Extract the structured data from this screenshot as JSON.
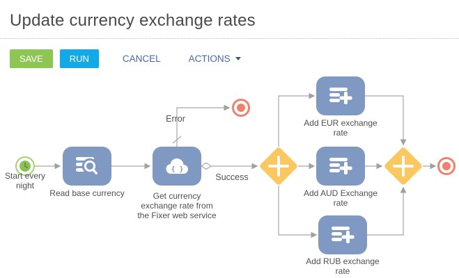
{
  "header": {
    "title": "Update currency exchange rates"
  },
  "toolbar": {
    "save": "SAVE",
    "run": "RUN",
    "cancel": "CANCEL",
    "actions": "ACTIONS"
  },
  "diagram": {
    "start_event": {
      "label": "Start every night",
      "icon": "clock-icon"
    },
    "tasks": {
      "read_base_currency": {
        "label": "Read base currency",
        "icon": "read-data-icon"
      },
      "get_exchange_rate": {
        "label": "Get currency exchange rate from the Fixer web service",
        "icon": "web-service-icon"
      },
      "add_eur": {
        "label": "Add EUR exchange rate",
        "icon": "add-data-icon"
      },
      "add_aud": {
        "label": "Add AUD Exchange rate",
        "icon": "add-data-icon"
      },
      "add_rub": {
        "label": "Add RUB exchange rate",
        "icon": "add-data-icon"
      }
    },
    "gateways": {
      "split": "parallel-gateway",
      "join": "parallel-gateway"
    },
    "end_events": {
      "error_end": "terminate-event",
      "normal_end": "terminate-event"
    },
    "flows": {
      "error": {
        "label": "Error"
      },
      "success": {
        "label": "Success"
      }
    },
    "web_service_icon_text": "{ }"
  },
  "colors": {
    "save_button": "#8dc653",
    "run_button": "#12a9e8",
    "link_text": "#4668a8",
    "task_fill": "#8099c2",
    "gateway_fill": "#fac85e",
    "start_event_green": "#8cc153",
    "end_event_red": "#f1806f",
    "connector_gray": "#a6a6a6",
    "label_text": "#4f4f4f",
    "title_text": "#4a4a4a"
  }
}
